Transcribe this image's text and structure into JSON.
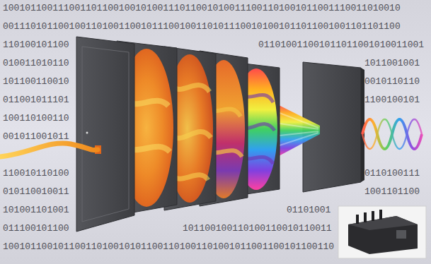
{
  "diagram": {
    "labels": [
      "100101100111001101100100101001110110010100111001101001011001110011010010",
      "001110101100100110100110010111001001101011100101001011011001001101101100",
      "110100101100",
      "011010011001011011001010011001",
      "010011010110",
      "1011001001",
      "101100110010",
      "0010110110",
      "011001011101",
      "1100100101",
      "100110100110",
      "001011001011",
      "110010110100",
      "0110100111",
      "010110010011",
      "1001101100",
      "101001101001",
      "01101001",
      "011100101100",
      "101100100110100110010110011",
      "100101100101100110100101011001101001101001011001100101100110"
    ]
  }
}
